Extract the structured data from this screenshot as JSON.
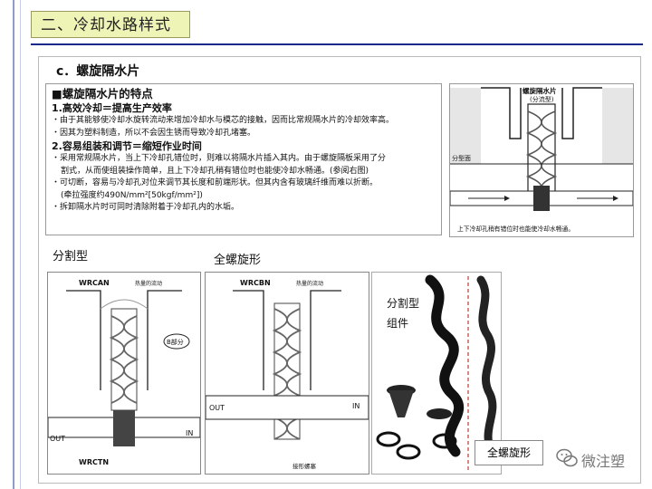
{
  "header": {
    "title": "二、冷却水路样式"
  },
  "section": {
    "title": "c．螺旋隔水片"
  },
  "features": {
    "heading": "■螺旋隔水片的特点",
    "item1_title": "1.高效冷却＝提高生产效率",
    "item1_bullets": [
      "・由于其能够使冷却水旋转流动来增加冷却水与模芯的接触，因而比常规隔水片的冷却效率高。",
      "・因其为塑料制造，所以不会因生锈而导致冷却孔堵塞。"
    ],
    "item2_title": "2.容易组装和调节＝缩短作业时间",
    "item2_bullet1_line1": "・采用常规隔水片，当上下冷却孔错位时，则难以将隔水片插入其内。由于螺旋隔板采用了分",
    "item2_bullet1_line2": "割式，从而使组装操作简单，且上下冷却孔稍有错位时也能使冷却水畅通。(参阅右图)",
    "item2_bullet2_line1": "・可切断，容易与冷却孔对位来调节其长度和前端形状。但其内含有玻璃纤维而难以折断。",
    "item2_bullet2_line2": "(牵拉强度约490N/mm²[50kgf/mm²])",
    "item2_bullet3": "・拆卸隔水片时可同时清除附着于冷却孔内的水垢。"
  },
  "right_diagram": {
    "title": "螺旋隔水片",
    "subtitle": "(分流型)",
    "parting_label": "分型面",
    "caption": "上下冷却孔稍有错位时也能使冷却水畅通。"
  },
  "captions": {
    "split_type": "分割型",
    "full_spiral": "全螺旋形"
  },
  "diagram_split": {
    "model_top": "WRCAN",
    "model_bottom": "WRCTN",
    "flow_label": "热量的流动",
    "part_label": "B部分",
    "in_label": "IN",
    "out_label": "OUT"
  },
  "diagram_full": {
    "model_top": "WRCBN",
    "flow_label": "热量的流动",
    "in_label": "IN",
    "out_label": "OUT",
    "bottom_label": "接形螺塞"
  },
  "photo": {
    "split_label_line1": "分割型",
    "split_label_line2": "组件",
    "full_label": "全螺旋形"
  },
  "watermark": {
    "text": "微注塑"
  },
  "colors": {
    "title_bg": "#eef3b6",
    "header_rule": "#1a2a8a",
    "sidebar": "#8e9ec9",
    "photo_dashed": "#c0392b"
  }
}
